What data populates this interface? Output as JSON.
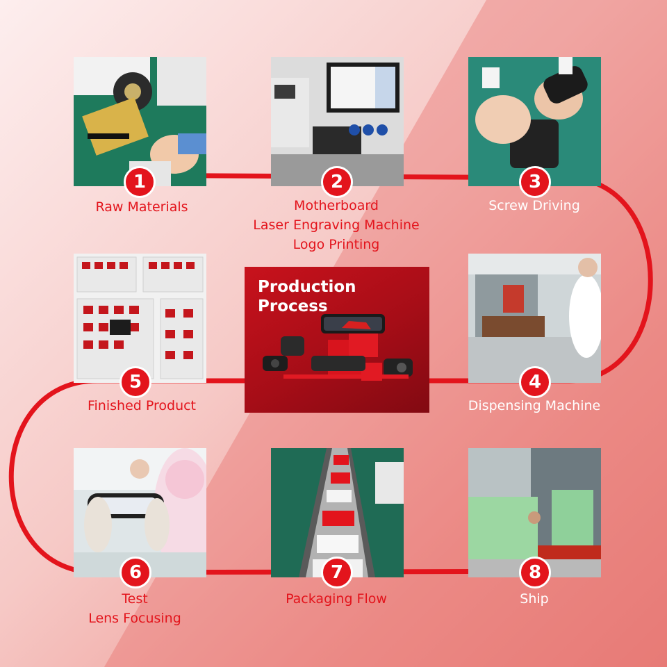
{
  "center_card": {
    "title_lines": [
      "Production",
      "Process"
    ]
  },
  "steps": [
    {
      "number": "1",
      "label_lines": [
        "Raw Materials"
      ],
      "photo_icon": "hands-assembling-materials"
    },
    {
      "number": "2",
      "label_lines": [
        "Motherboard",
        "Laser Engraving Machine",
        "Logo Printing"
      ],
      "photo_icon": "laser-engraving-machine"
    },
    {
      "number": "3",
      "label_lines": [
        "Screw Driving"
      ],
      "photo_icon": "screwdriver-hands"
    },
    {
      "number": "4",
      "label_lines": [
        "Dispensing Machine"
      ],
      "photo_icon": "dispensing-machine"
    },
    {
      "number": "5",
      "label_lines": [
        "Finished Product"
      ],
      "photo_icon": "finished-product-trays"
    },
    {
      "number": "6",
      "label_lines": [
        "Test",
        "Lens Focusing"
      ],
      "photo_icon": "worker-testing-mirror"
    },
    {
      "number": "7",
      "label_lines": [
        "Packaging Flow"
      ],
      "photo_icon": "packaging-conveyor"
    },
    {
      "number": "8",
      "label_lines": [
        "Ship"
      ],
      "photo_icon": "shipping-container"
    }
  ],
  "colors": {
    "accent": "#e3141c",
    "card": "#b00f19",
    "background": "#f6c9c6"
  }
}
